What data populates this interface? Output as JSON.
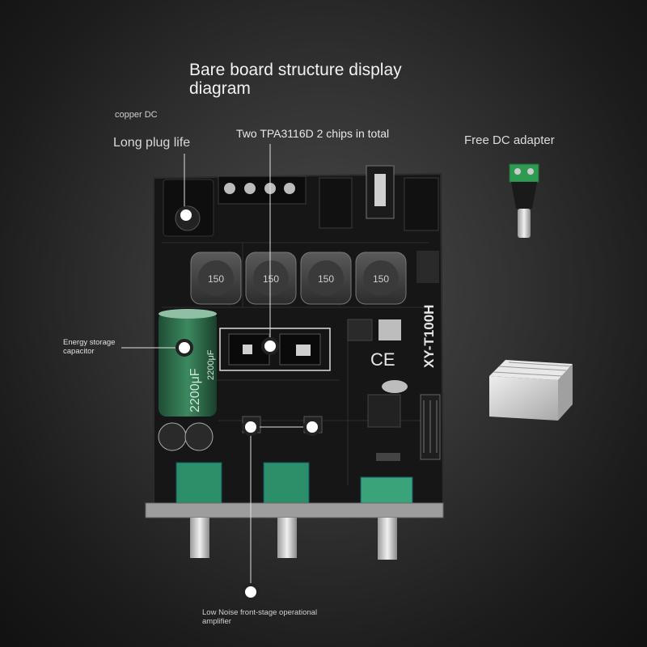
{
  "labels": {
    "title": "Bare board structure display diagram",
    "copper_dc": "copper DC",
    "long_plug_life": "Long plug life",
    "chips": "Two TPA3116D 2 chips in total",
    "free_dc_adapter": "Free DC adapter",
    "energy_capacitor": "Energy storage capacitor",
    "opamp": "Low Noise front-stage operational amplifier"
  },
  "board": {
    "model": "XY-T100H",
    "ce_mark": "CE",
    "inductors": [
      "150",
      "150",
      "150",
      "150"
    ],
    "capacitor_value": "2200μF",
    "capacitor_value_2": "2200μF"
  },
  "colors": {
    "pcb": "#1a1a1a",
    "capacitor": "#2e6b4a",
    "potentiometer": "#3aa37a",
    "heatsink": "#c9c9c9"
  }
}
